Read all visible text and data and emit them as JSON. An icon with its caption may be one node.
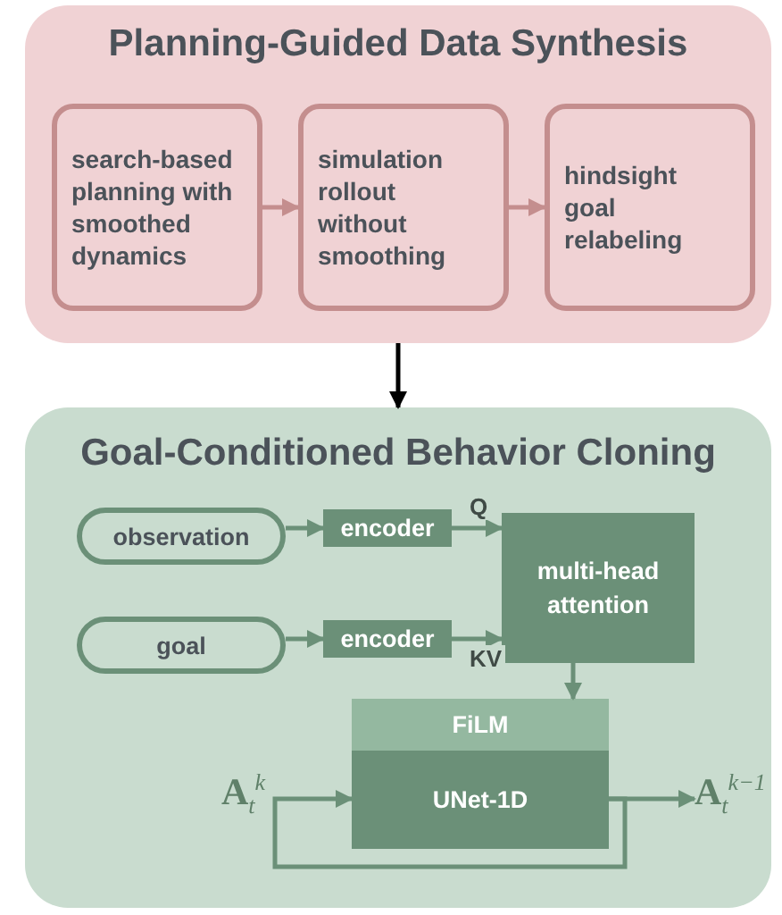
{
  "diagram": {
    "nodes": [
      {
        "text": [
          "Planning-Guided Data Synthesis"
        ]
      },
      {
        "text": [
          "search-based planning with smoothed dynamics"
        ],
        "in": 0
      },
      {
        "text": [
          "simulation rollout without smoothing"
        ],
        "in": 0
      },
      {
        "text": [
          "hindsight goal relabeling"
        ],
        "in": 0
      },
      {
        "text": [
          "Goal-Conditioned Behavior Cloning"
        ]
      },
      {
        "text": [
          "observation"
        ],
        "in": 4
      },
      {
        "text": [
          "encoder"
        ],
        "in": 4
      },
      {
        "text": [
          "goal"
        ],
        "in": 4
      },
      {
        "text": [
          "encoder"
        ],
        "in": 4
      },
      {
        "text": [
          "multi-head attention"
        ],
        "in": 4
      },
      {
        "text": [
          "FiLM"
        ],
        "in": 4
      },
      {
        "text": [
          "UNet-1D"
        ],
        "in": 4
      },
      {
        "text": [
          "**A**$_{t}$$^{k−1}$"
        ],
        "in": 4
      }
    ],
    "edges": [
      {
        "from": 1,
        "to": 2,
        "arrow": "to",
        "color": "#c48e8e"
      },
      {
        "from": 2,
        "to": 3,
        "arrow": "to",
        "color": "#c48e8e"
      },
      {
        "from": 0,
        "to": 4,
        "arrow": "to",
        "color": "#000000"
      },
      {
        "from": 5,
        "to": 6,
        "arrow": "to"
      },
      {
        "from": 6,
        "to": 9,
        "label": "Q",
        "arrow": "to"
      },
      {
        "from": 7,
        "to": 8,
        "arrow": "to"
      },
      {
        "from": 8,
        "to": 9,
        "label": "KV",
        "arrow": "to"
      },
      {
        "from": 9,
        "to": 10,
        "arrow": "to"
      },
      {
        "from": 11,
        "to": 11,
        "arrow": "to"
      },
      {
        "from": 11,
        "to": 12,
        "arrow": "to"
      }
    ],
    "labels": [
      "**A**$_{t}$$^{k}$"
    ]
  }
}
